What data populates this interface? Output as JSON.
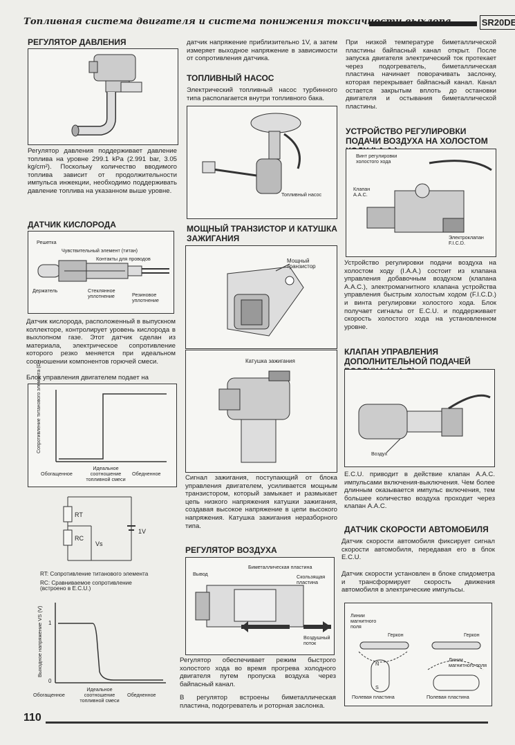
{
  "header": {
    "title": "Топливная система двигателя и система понижения токсичности выхлопа",
    "model": "SR20DE"
  },
  "col1": {
    "pressure_regulator": {
      "heading": "РЕГУЛЯТОР ДАВЛЕНИЯ",
      "text": "Регулятор давления поддерживает давление топлива на уровне 299.1 kPa (2.991 bar, 3.05 kg/cm²). Поскольку количество вводимого топлива зависит от продолжительности импульса инжекции, необходимо поддерживать давление топлива на указанном выше уровне."
    },
    "oxygen_sensor": {
      "heading": "ДАТЧИК КИСЛОРОДА",
      "labels": {
        "grid": "Решетка",
        "element": "Чувствительный элемент (титан)",
        "contacts": "Контакты для проводов",
        "holder": "Держатель",
        "glass": "Стеклянное уплотнение",
        "rubber": "Резиновое уплотнение"
      },
      "text": "Датчик кислорода, расположенный в выпускном коллекторе, контролирует уровень кислорода в выхлопном газе. Этот датчик сделан из материала, электрическое сопротивление которого резко меняется при идеальном соотношении компонентов горючей смеси.",
      "text2": "Блок управления двигателем подает на"
    },
    "graph1": {
      "ylabel": "Сопротивление титанового элемента (Ω)",
      "x_rich": "Обогащенное",
      "x_ideal": "Идеальное соотношение топливной смеси",
      "x_lean": "Обедненное"
    },
    "circuit": {
      "rt": "RT",
      "rc": "RC",
      "vs": "Vs",
      "v1": "1V",
      "legend_rt": "RT: Сопротивление титанового элемента",
      "legend_rc": "RC: Сравниваемое сопротивление (встроено в E.C.U.)"
    },
    "graph2": {
      "ylabel": "Выходное напряжение VS (V)",
      "tick1": "1",
      "tick0": "0",
      "x_rich": "Обогащенное",
      "x_ideal": "Идеальное соотношение топливной смеси",
      "x_lean": "Обедненное"
    }
  },
  "col2": {
    "cont_text": "датчик напряжение приблизительно 1V, а затем измеряет выходное напряжение в зависимости от сопротивления датчика.",
    "fuel_pump": {
      "heading": "ТОПЛИВНЫЙ НАСОС",
      "text": "Электрический топливный насос турбинного типа располагается внутри топливного бака.",
      "label": "Топливный насос"
    },
    "transistor": {
      "heading": "МОЩНЫЙ ТРАНЗИСТОР И КАТУШКА ЗАЖИГАНИЯ",
      "label": "Мощный транзистор",
      "coil_label": "Катушка зажигания",
      "text": "Сигнал зажигания, поступающий от блока управления двигателем, усиливается мощным транзистором, который замыкает и размыкает цепь низкого напряжения катушки зажигания, создавая высокое напряжение в цепи высокого напряжения. Катушка зажигания неразборного типа."
    },
    "air_regulator": {
      "heading": "РЕГУЛЯТОР ВОЗДУХА",
      "labels": {
        "outlet": "Вывод",
        "bimetal": "Биметаллическая пластина",
        "slide": "Скользящая пластина",
        "flow": "Воздушный поток"
      },
      "text": "Регулятор обеспечивает режим быстрого холостого хода во время прогрева холодного двигателя путем пропуска воздуха через байпасный канал.",
      "text2": "В регулятор встроены биметаллическая пластина, подогреватель и роторная заслонка."
    }
  },
  "col3": {
    "cont_text": "При низкой температуре биметаллической пластины байпасный канал открыт. После запуска двигателя электрический ток протекает через подогреватель, биметаллическая пластина начинает поворачивать заслонку, которая перекрывает байпасный канал. Канал остается закрытым вплоть до остановки двигателя и остывания биметаллической пластины.",
    "iaa": {
      "heading": "УСТРОЙСТВО РЕГУЛИРОВКИ ПОДАЧИ ВОЗДУХА НА ХОЛОСТОМ ХОДУ (I.A.A.)",
      "labels": {
        "screw": "Винт регулировки холостого хода",
        "aac": "Клапан A.A.C.",
        "ficd": "Электроклапан F.I.C.D."
      },
      "text": "Устройство регулировки подачи воздуха на холостом ходу (I.A.A.) состоит из клапана управления добавочным воздухом (клапана A.A.C.), электромагнитного клапана устройства управления быстрым холостым ходом (F.I.C.D.) и винта регулировки холостого хода. Блок получает сигналы от E.C.U. и поддерживает скорость холостого хода на установленном уровне."
    },
    "aac": {
      "heading": "КЛАПАН УПРАВЛЕНИЯ ДОПОЛНИТЕЛЬНОЙ ПОДАЧЕЙ ВОЗДУХА (A.A.C).",
      "label": "Воздух",
      "text": "E.C.U. приводит в действие клапан A.A.C. импульсами включения-выключения. Чем более длинным оказывается импульс включения, тем большее количество воздуха проходит через клапан A.A.C."
    },
    "speed_sensor": {
      "heading": "ДАТЧИК СКОРОСТИ АВТОМОБИЛЯ",
      "text": "Датчик скорости автомобиля фиксирует сигнал скорости автомобиля, передавая его в блок E.C.U.",
      "text2": "Датчик скорости установлен в блоке спидометра и трансформирует скорость движения автомобиля в электрические импульсы.",
      "labels": {
        "field_lines": "Линии магнитного поля",
        "reed": "Геркон",
        "pole": "Полевая пластина",
        "field_lines2": "Линии магнитного поля",
        "reed2": "Геркон",
        "pole2": "Полевая пластина",
        "n": "N",
        "s": "S"
      }
    }
  },
  "page_number": "110"
}
